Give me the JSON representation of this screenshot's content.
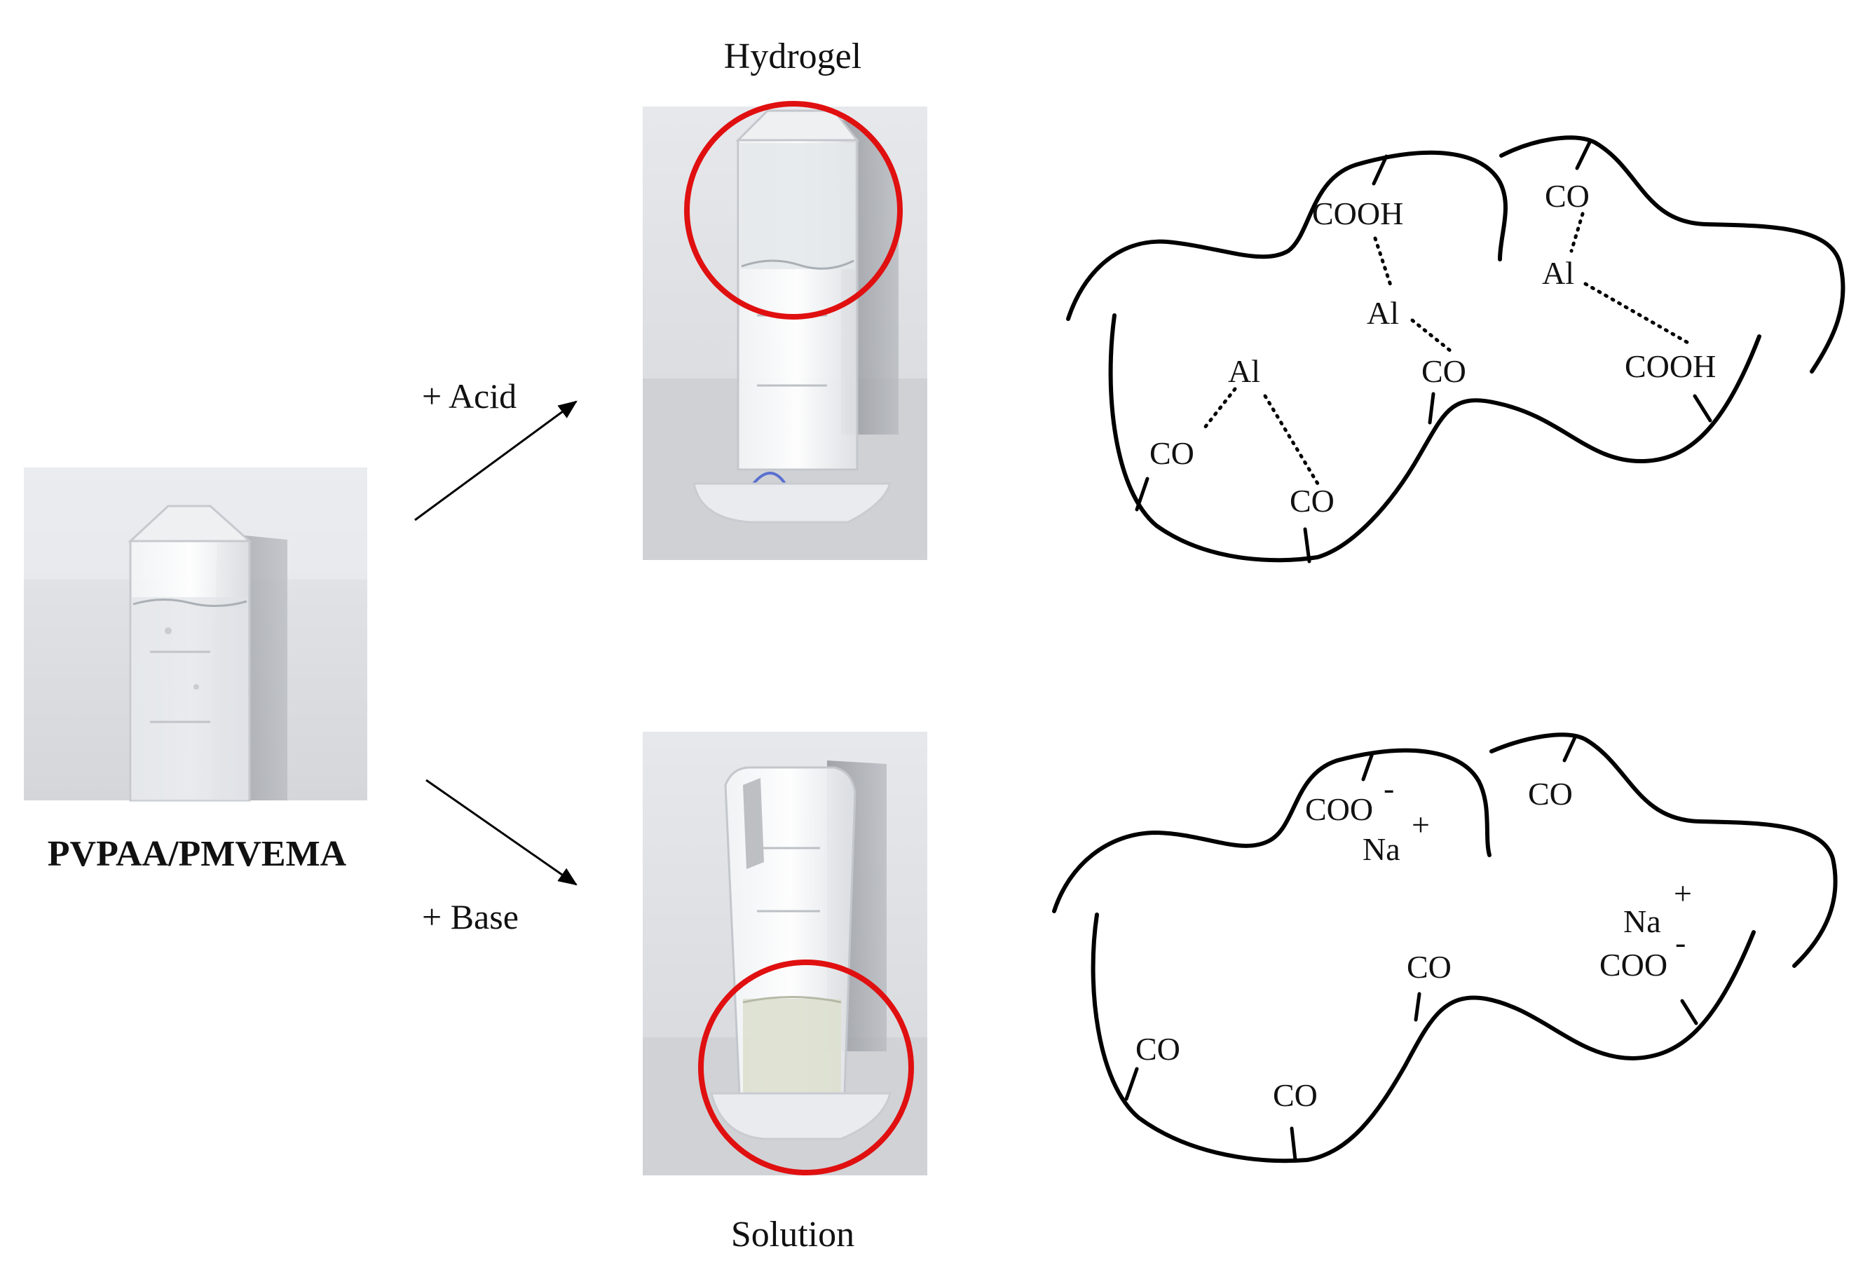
{
  "labels": {
    "polymer": "PVPAA/PMVEMA",
    "acid": "+ Acid",
    "base": "+ Base",
    "hydrogel": "Hydrogel",
    "solution": "Solution"
  },
  "hydrogel_scheme": {
    "cooh_left": "COOH",
    "co_top_right": "CO",
    "al_top_right": "Al",
    "al_center": "Al",
    "co_center": "CO",
    "cooh_right": "COOH",
    "al_left": "Al",
    "co_lower_left": "CO",
    "co_lower_middle": "CO"
  },
  "solution_scheme": {
    "coo_left": "COO",
    "minus_left": "-",
    "na_left": "Na",
    "plus_left": "+",
    "co_top_right": "CO",
    "na_right": "Na",
    "plus_right": "+",
    "coo_right": "COO",
    "minus_right": "-",
    "co_center": "CO",
    "co_lower_left": "CO",
    "co_lower_middle": "CO"
  },
  "colors": {
    "highlight_circle": "#e01010",
    "ink": "#000000"
  }
}
